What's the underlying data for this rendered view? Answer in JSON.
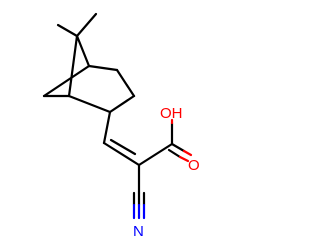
{
  "molecule": {
    "atoms": {
      "hydroxyl": {
        "label": "OH",
        "color": "#ff0000"
      },
      "carbonyl_oxygen": {
        "label": "O",
        "color": "#ff0000"
      },
      "nitrile_nitrogen": {
        "label": "N",
        "color": "#0000ff"
      }
    },
    "bond_color": "#000000"
  }
}
